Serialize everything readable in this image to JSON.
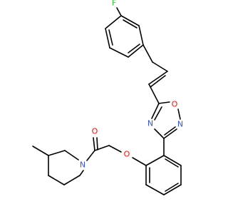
{
  "atoms": {
    "F": {
      "symbol": "F",
      "color": "#33cc33"
    },
    "O_ring": {
      "symbol": "O",
      "color": "#ff0d0d"
    },
    "N_top": {
      "symbol": "N",
      "color": "#3050f8"
    },
    "N_bottom": {
      "symbol": "N",
      "color": "#3050f8"
    },
    "O_carbonyl": {
      "symbol": "O",
      "color": "#ff0d0d"
    },
    "O_ether": {
      "symbol": "O",
      "color": "#ff0d0d"
    },
    "N_piperidine": {
      "symbol": "N",
      "color": "#3050f8"
    }
  },
  "colors": {
    "bond": "#000000",
    "background": "#ffffff"
  }
}
